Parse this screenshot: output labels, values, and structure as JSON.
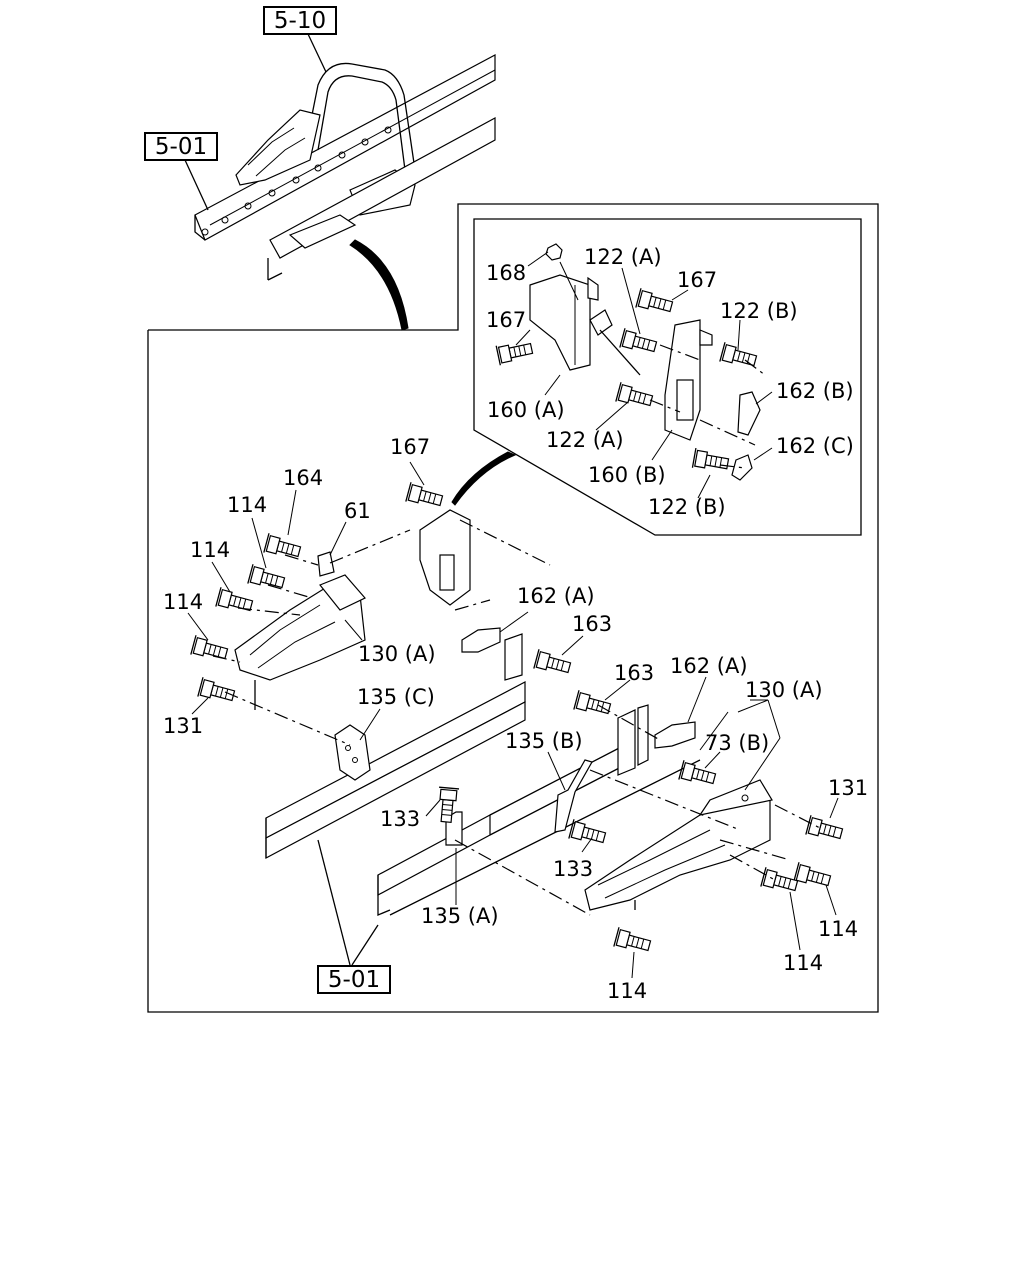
{
  "refs": {
    "top_5_10": "5-10",
    "top_5_01": "5-01",
    "bottom_5_01": "5-01"
  },
  "inset_labels": {
    "p168": "168",
    "p122a_top": "122 (A)",
    "p167_right": "167",
    "p167_left": "167",
    "p122b_top": "122 (B)",
    "p162b": "162 (B)",
    "p160a": "160 (A)",
    "p122a_mid": "122 (A)",
    "p162c": "162 (C)",
    "p160b": "160 (B)",
    "p122b_bottom": "122 (B)"
  },
  "main_labels": {
    "p167": "167",
    "p164": "164",
    "p114_a": "114",
    "p61": "61",
    "p114_b": "114",
    "p114_c": "114",
    "p162a_left": "162 (A)",
    "p163_left": "163",
    "p130a_left": "130 (A)",
    "p131_left": "131",
    "p135c": "135 (C)",
    "p163_right": "163",
    "p162a_right": "162 (A)",
    "p130a_right": "130 (A)",
    "p135b": "135 (B)",
    "p73b": "73 (B)",
    "p131_right": "131",
    "p133_top": "133",
    "p133_bottom": "133",
    "p135a": "135 (A)",
    "p114_right_a": "114",
    "p114_right_b": "114",
    "p114_bottom": "114"
  }
}
